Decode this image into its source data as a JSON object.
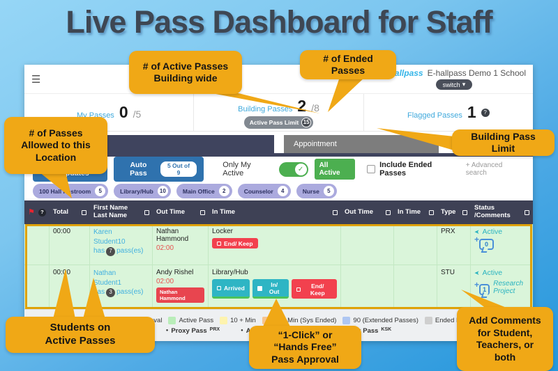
{
  "page_title": "Live Pass Dashboard for Staff",
  "colors": {
    "callout_orange": "#f0a816",
    "highlight_border": "#dfa206",
    "header_navy": "#3e4155",
    "tab_navy": "#3f445e",
    "chip_purple": "#abaade",
    "button_blue": "#2f72ae",
    "toggle_green": "#4caf50",
    "danger_red": "#f2414e",
    "teal_button": "#2eb5c4",
    "active_teal": "#2ab3c0",
    "row_green": "#daf5da",
    "link_blue": "#41b0e0"
  },
  "callouts": {
    "active": "# of Active Passes\nBuilding wide",
    "ended": "# of Ended Passes",
    "allowed": "# of Passes\nAllowed to this\nLocation",
    "limit": "Building Pass Limit",
    "students": "Students on\nActive Passes",
    "oneclick": "“1-Click” or\n“Hands Free”\nPass Approval",
    "comments": "Add Comments\nfor Student,\nTeachers, or\nboth"
  },
  "topbar": {
    "menu_icon": "☰",
    "logo": "e-hallpass",
    "school": "E-hallpass Demo 1 School",
    "switch_label": "switch",
    "switch_chevron": "▾"
  },
  "stats": {
    "my": {
      "label": "My Passes",
      "value": "0",
      "total": "/5"
    },
    "building": {
      "label": "Building Passes",
      "value": "2",
      "total": "/8",
      "limit_label": "Active Pass Limit",
      "limit_value": "15"
    },
    "flagged": {
      "label": "Flagged Passes",
      "value": "1",
      "help": "?"
    }
  },
  "tabs": {
    "appointment": "Appointment"
  },
  "controls": {
    "pause": "Pause Updates",
    "autopass": "Auto Pass",
    "autopass_badge": "5 Out of 9",
    "only_my_active": "Only My Active",
    "toggle_check": "✓",
    "all_active": "All Active",
    "include_ended": "Include Ended Passes",
    "advanced_search": "+ Advanced search"
  },
  "locations": [
    {
      "name": "100 Hall Restroom",
      "count": "5"
    },
    {
      "name": "Library/Hub",
      "count": "10"
    },
    {
      "name": "Main Office",
      "count": "2"
    },
    {
      "name": "Counselor",
      "count": "4"
    },
    {
      "name": "Nurse",
      "count": "5"
    }
  ],
  "table": {
    "flag_help": "?",
    "headers": [
      "Total",
      "First Name\nLast Name",
      "Out Time",
      "In Time",
      "Out Time",
      "In Time",
      "Type",
      "Status /Comments"
    ],
    "rows": [
      {
        "total": "00:00",
        "student": "Karen\nStudent10",
        "has_label": "has",
        "pass_count": "7",
        "pass_suffix": "pass(es)",
        "from_name": "Nathan Hammond",
        "out_time": "02:00",
        "proxy_by": "",
        "destination": "Locker",
        "btn_end": "End/ Keep",
        "type": "PRX",
        "status": "Active",
        "comment_count": "0",
        "note": ""
      },
      {
        "total": "00:00",
        "student": "Nathan\nStudent1",
        "has_label": "has",
        "pass_count": "3",
        "pass_suffix": "pass(es)",
        "from_name": "Andy Rishel",
        "out_time": "02:00",
        "proxy_by": "Nathan Hammond",
        "destination": "Library/Hub",
        "btn_arrived": "Arrived",
        "btn_inout": "In/ Out",
        "btn_end": "End/ Keep",
        "type": "STU",
        "status": "Active",
        "comment_count": "1",
        "note": "Research Project"
      }
    ]
  },
  "legend": {
    "items": [
      {
        "label": "10+ Awaiting Approval",
        "color": "#ffffff"
      },
      {
        "label": "Active Pass",
        "color": "#b9edb9"
      },
      {
        "label": "10 + Min",
        "color": "#fdf3ae"
      },
      {
        "label": "30 + Min (Sys Ended)",
        "color": "#f6c490"
      },
      {
        "label": "90 (Extended Passes)",
        "color": "#aec6f2"
      },
      {
        "label": "Ended Pass",
        "color": "#cfcfcf"
      }
    ],
    "pass_types": [
      {
        "label": "Proxy Pass",
        "sup": "PRX"
      },
      {
        "label": "Appointment Pass",
        "sup": "APT"
      },
      {
        "label": "Kiosk Pass",
        "sup": "KSK"
      }
    ]
  }
}
